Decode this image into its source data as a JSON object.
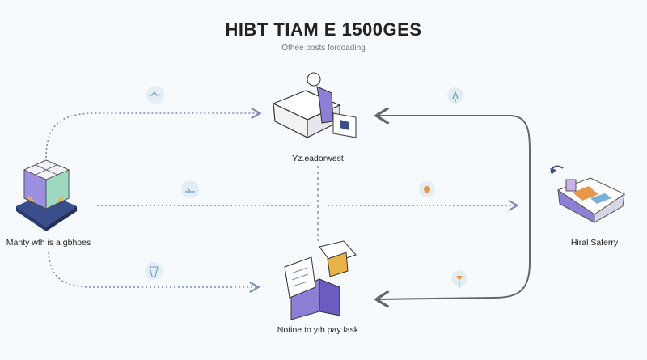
{
  "header": {
    "title": "HIBT TIAM E 1500GES",
    "subtitle": "Othee posts forcoading"
  },
  "nodes": {
    "left": {
      "label": "Manty wth is a gbhoes",
      "icon": "server-cube-icon"
    },
    "top_center": {
      "label": "Yz.eadorwest",
      "icon": "person-at-desk-icon"
    },
    "bottom_center": {
      "label": "Notine to ytb.pay lask",
      "icon": "document-machine-icon"
    },
    "right": {
      "label": "Hiral Saferry",
      "icon": "open-box-icon"
    }
  },
  "colors": {
    "accent_purple": "#8b7fd6",
    "accent_navy": "#3b4e8c",
    "dotted_line": "#7a88b8",
    "solid_line": "#666666",
    "badge_bg": "#e3edf5",
    "orange": "#e8964a"
  }
}
